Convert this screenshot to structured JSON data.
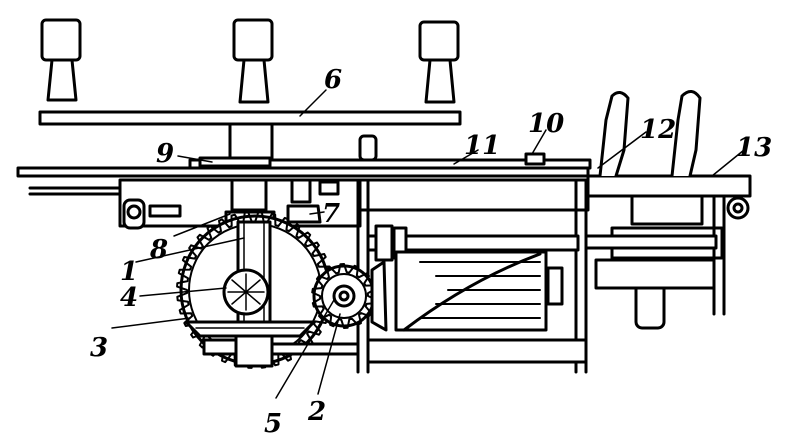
{
  "labels": {
    "n1": "1",
    "n2": "2",
    "n3": "3",
    "n4": "4",
    "n5": "5",
    "n6": "6",
    "n7": "7",
    "n8": "8",
    "n9": "9",
    "n10": "10",
    "n11": "11",
    "n12": "12",
    "n13": "13"
  },
  "colors": {
    "ink": "#000000",
    "paper": "#ffffff"
  }
}
